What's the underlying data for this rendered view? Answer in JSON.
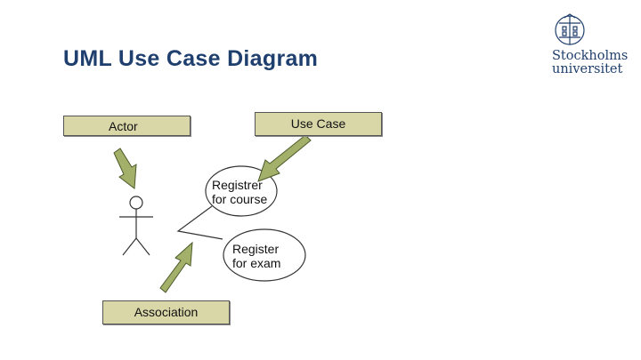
{
  "slide": {
    "title": "UML Use Case Diagram"
  },
  "logo": {
    "line1": "Stockholms",
    "line2": "universitet",
    "emblem_icon": "university-seal-icon"
  },
  "labels": {
    "actor": "Actor",
    "use_case": "Use Case",
    "association": "Association"
  },
  "use_cases": [
    {
      "line1": "Registrer",
      "line2": "for course"
    },
    {
      "line1": "Register",
      "line2": "for exam"
    }
  ],
  "colors": {
    "title": "#1f3f6e",
    "label_fill": "#d9d6a8",
    "arrow_fill": "#a3b06a",
    "arrow_stroke": "#4a5a2a"
  }
}
